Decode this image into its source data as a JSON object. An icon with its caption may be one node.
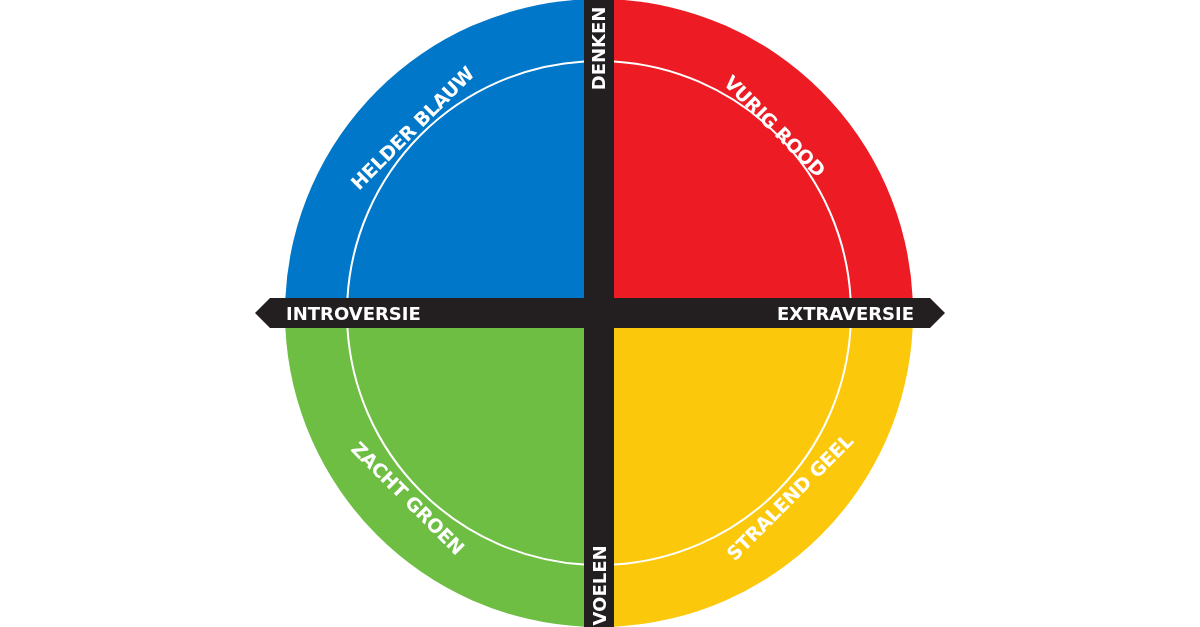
{
  "diagram": {
    "nodes": [
      {
        "text": [
          "HELDER BLAUW"
        ]
      },
      {
        "text": [
          "VURIG ROOD"
        ]
      },
      {
        "text": [
          "ZACHT GROEN"
        ]
      },
      {
        "text": [
          "STRALEND GEEL"
        ]
      }
    ],
    "labels": [
      "DENKEN",
      "INTROVERSIE",
      "EXTRAVERSIE",
      "VOELEN"
    ]
  }
}
